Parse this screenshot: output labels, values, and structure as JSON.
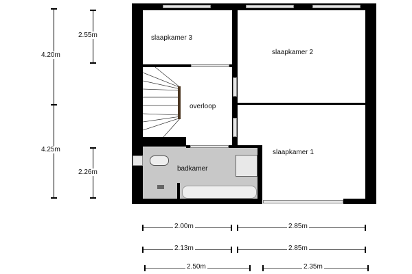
{
  "rooms": {
    "slaapkamer3": "slaapkamer 3",
    "slaapkamer2": "slaapkamer 2",
    "slaapkamer1": "slaapkamer 1",
    "overloop": "overloop",
    "badkamer": "badkamer"
  },
  "dimensions": {
    "left": {
      "total_top": "4.20m",
      "total_bottom": "4.25m",
      "inner_top": "2.55m",
      "inner_bottom": "2.26m"
    },
    "bottom": {
      "row1": [
        "2.00m",
        "2.85m"
      ],
      "row2": [
        "2.13m",
        "2.85m"
      ],
      "row3": [
        "2.50m",
        "2.35m"
      ]
    }
  },
  "colors": {
    "wall": "#000000",
    "bathroom": "#c8c8c8"
  }
}
